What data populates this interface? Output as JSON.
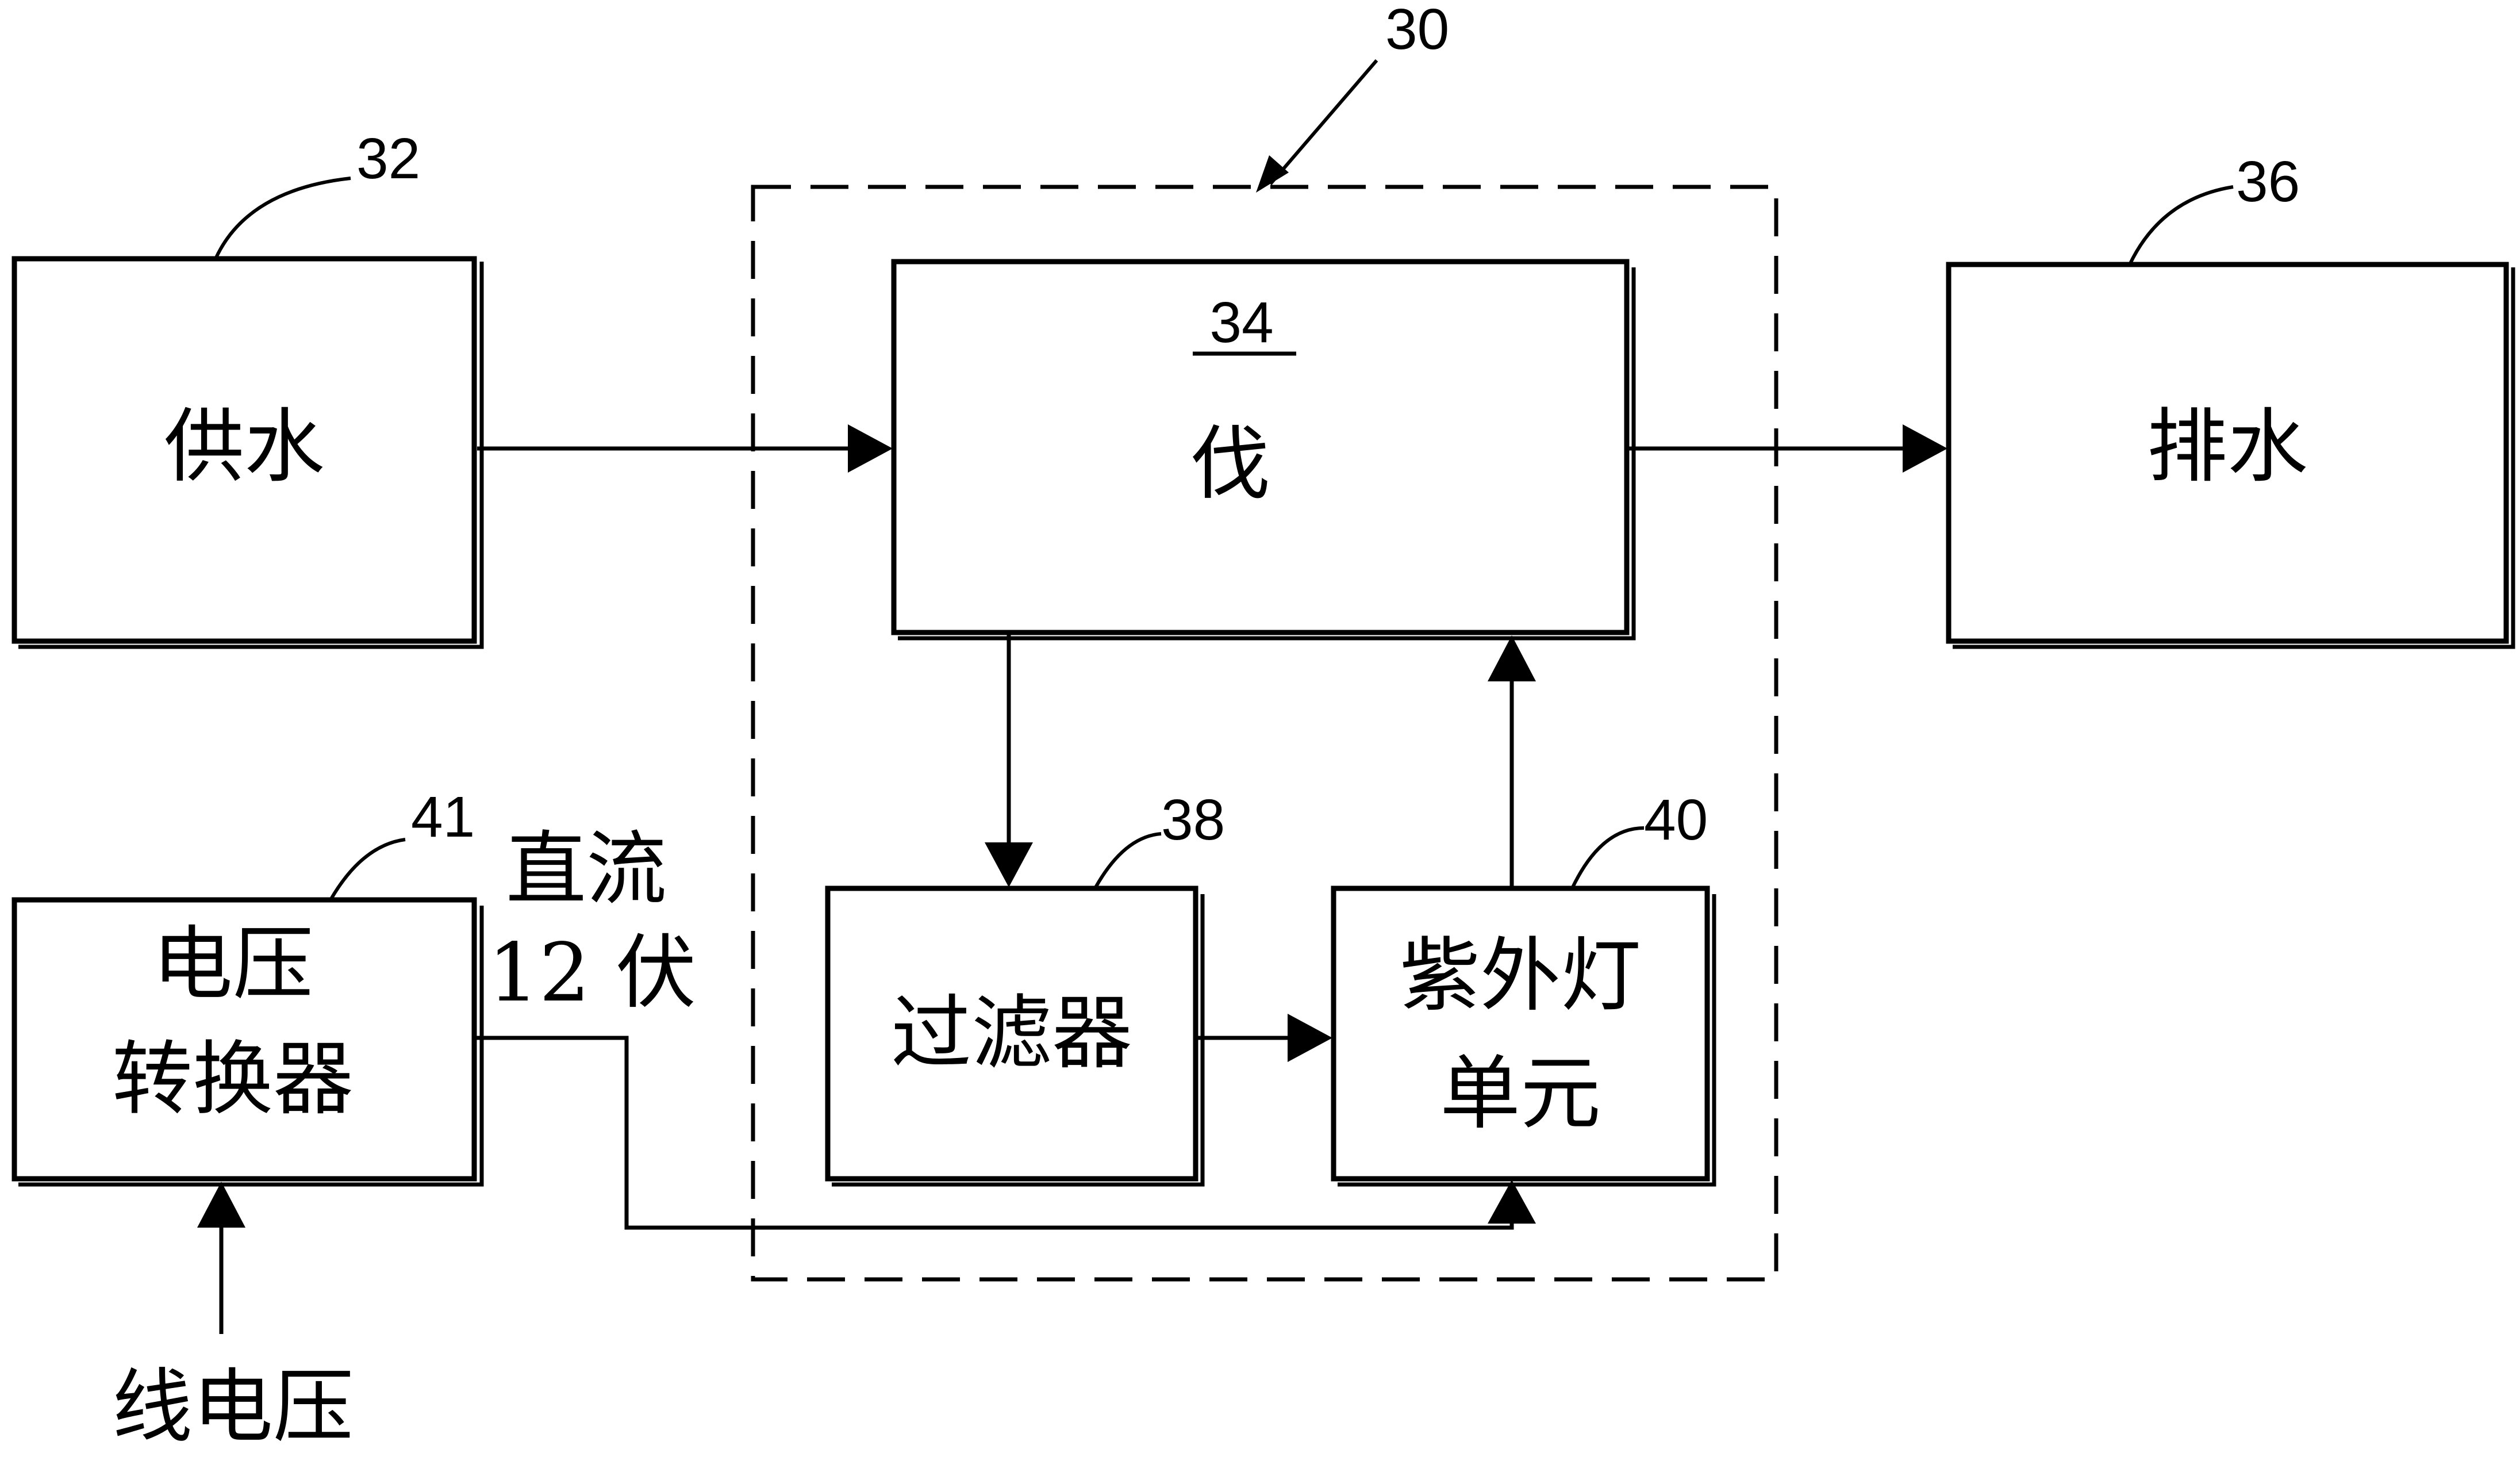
{
  "diagram": {
    "system_ref": "30",
    "water_supply": {
      "ref": "32",
      "label": "供水"
    },
    "vessel": {
      "ref": "34",
      "label": "伐"
    },
    "drain": {
      "ref": "36",
      "label": "排水"
    },
    "filter": {
      "ref": "38",
      "label": "过滤器"
    },
    "uv_unit": {
      "ref": "40",
      "label_line1": "紫外灯",
      "label_line2": "单元"
    },
    "voltage_converter": {
      "ref": "41",
      "label_line1": "电压",
      "label_line2": "转换器"
    },
    "dc_label_line1": "直流",
    "dc_label_line2": "12 伏",
    "line_voltage": "线电压"
  }
}
